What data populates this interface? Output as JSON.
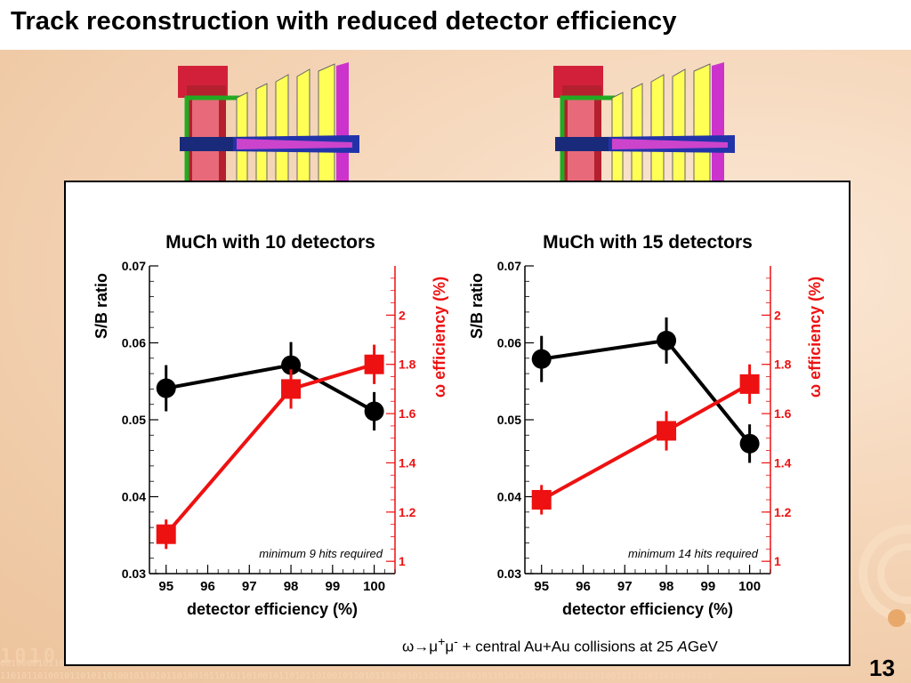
{
  "slide": {
    "title": "Track reconstruction with reduced detector efficiency",
    "page_number": "13",
    "caption": {
      "reaction": "ω→μ",
      "sup1": "+",
      "mu": "μ",
      "sup2": "-",
      "text": " + central Au+Au collisions at 25 ",
      "italic": "A",
      "unit": "GeV"
    }
  },
  "colors": {
    "sb_series": "#000000",
    "eff_series": "#ee1111",
    "frame": "#000000",
    "background": "#f3d2b3"
  },
  "chart_data": [
    {
      "type": "line",
      "title": "MuCh with 10 detectors",
      "xlabel": "detector efficiency (%)",
      "ylabel": "S/B ratio",
      "y2label": "ω efficiency (%)",
      "annotation": "minimum 9 hits required",
      "x_ticks": [
        "95",
        "96",
        "97",
        "98",
        "99",
        "100"
      ],
      "xlim": [
        94.6,
        100.5
      ],
      "ylim": [
        0.03,
        0.07
      ],
      "y_ticks": [
        "0.03",
        "0.04",
        "0.05",
        "0.06",
        "0.07"
      ],
      "y2lim": [
        0.95,
        2.2
      ],
      "y2_ticks": [
        "1",
        "1.2",
        "1.4",
        "1.6",
        "1.8",
        "2"
      ],
      "series": [
        {
          "axis": "left",
          "marker": "circle",
          "x": [
            95,
            98,
            100
          ],
          "y": [
            0.0541,
            0.0571,
            0.0511
          ],
          "err": [
            0.003,
            0.003,
            0.0025
          ]
        },
        {
          "axis": "right",
          "marker": "square",
          "x": [
            95,
            98,
            100
          ],
          "y": [
            1.11,
            1.7,
            1.8
          ],
          "err": [
            0.06,
            0.08,
            0.08
          ]
        }
      ]
    },
    {
      "type": "line",
      "title": "MuCh with 15 detectors",
      "xlabel": "detector efficiency (%)",
      "ylabel": "S/B ratio",
      "y2label": "ω efficiency (%)",
      "annotation": "minimum 14 hits required",
      "x_ticks": [
        "95",
        "96",
        "97",
        "98",
        "99",
        "100"
      ],
      "xlim": [
        94.6,
        100.5
      ],
      "ylim": [
        0.03,
        0.07
      ],
      "y_ticks": [
        "0.03",
        "0.04",
        "0.05",
        "0.06",
        "0.07"
      ],
      "y2lim": [
        0.95,
        2.2
      ],
      "y2_ticks": [
        "1",
        "1.2",
        "1.4",
        "1.6",
        "1.8",
        "2"
      ],
      "series": [
        {
          "axis": "left",
          "marker": "circle",
          "x": [
            95,
            98,
            100
          ],
          "y": [
            0.0579,
            0.0603,
            0.0469
          ],
          "err": [
            0.003,
            0.003,
            0.0025
          ]
        },
        {
          "axis": "right",
          "marker": "square",
          "x": [
            95,
            98,
            100
          ],
          "y": [
            1.25,
            1.53,
            1.72
          ],
          "err": [
            0.06,
            0.08,
            0.08
          ]
        }
      ]
    }
  ]
}
